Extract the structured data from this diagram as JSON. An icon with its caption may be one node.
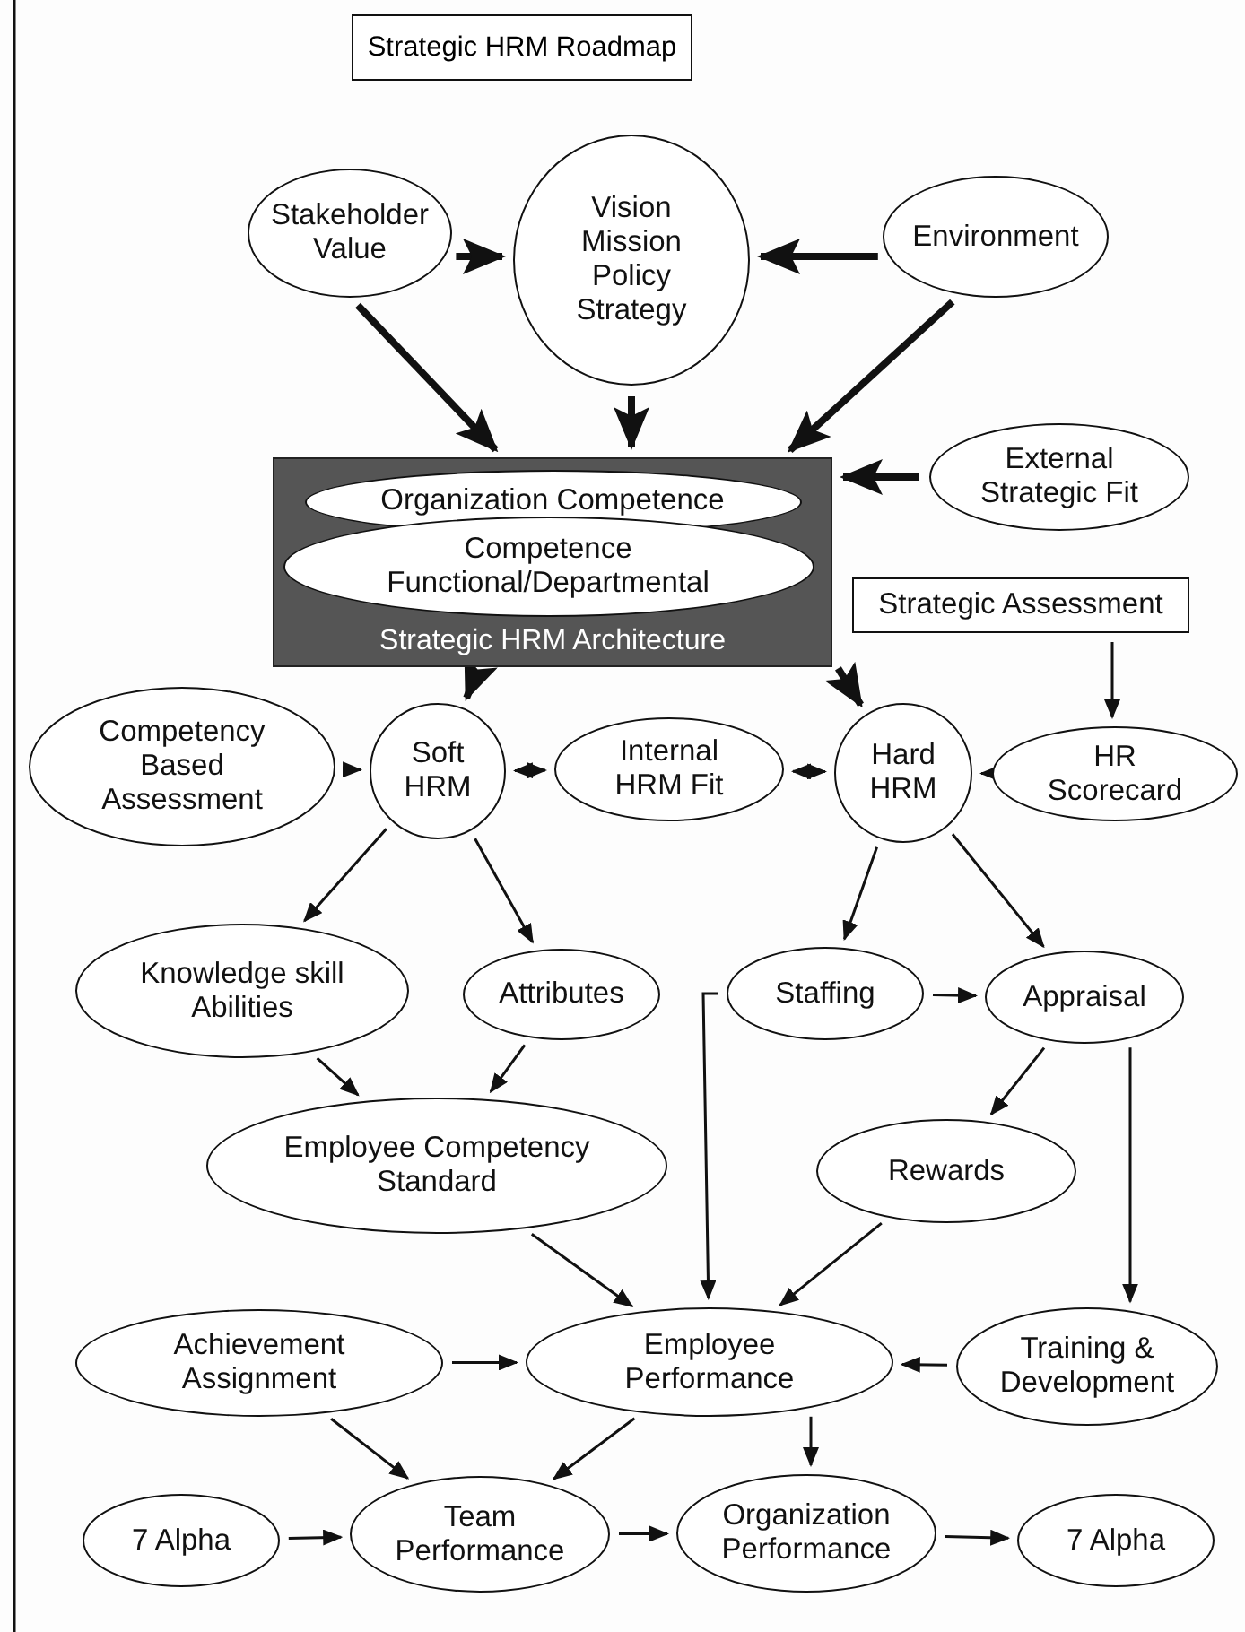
{
  "diagram": {
    "title": "Strategic HRM Roadmap",
    "nodes": [
      {
        "text": [
          "Stakeholder Value"
        ]
      },
      {
        "text": [
          "Vision Mission Policy Strategy"
        ]
      },
      {
        "text": [
          "Environment"
        ]
      },
      {
        "text": [
          "Strategic HRM Architecture"
        ]
      },
      {
        "text": [
          "Organization Competence"
        ],
        "in": 3
      },
      {
        "text": [
          "Competence Functional/Departmental"
        ],
        "in": 3
      },
      {
        "text": [
          "External Strategic Fit"
        ]
      },
      {
        "text": [
          "Strategic Assessment"
        ]
      },
      {
        "text": [
          "Competency Based Assessment"
        ]
      },
      {
        "text": [
          "Soft HRM"
        ]
      },
      {
        "text": [
          "Internal HRM Fit"
        ]
      },
      {
        "text": [
          "Hard HRM"
        ]
      },
      {
        "text": [
          "HR Scorecard"
        ]
      },
      {
        "text": [
          "Knowledge skill Abilities"
        ]
      },
      {
        "text": [
          "Attributes"
        ]
      },
      {
        "text": [
          "Staffing"
        ]
      },
      {
        "text": [
          "Appraisal"
        ]
      },
      {
        "text": [
          "Employee Competency Standard"
        ]
      },
      {
        "text": [
          "Rewards"
        ]
      },
      {
        "text": [
          "Achievement Assignment"
        ]
      },
      {
        "text": [
          "Employee Performance"
        ]
      },
      {
        "text": [
          "Training & Development"
        ]
      },
      {
        "text": [
          "7 Alpha"
        ]
      },
      {
        "text": [
          "Team Performance"
        ]
      },
      {
        "text": [
          "Organization Performance"
        ]
      },
      {
        "text": [
          "7 Alpha"
        ]
      }
    ],
    "edges": [
      {
        "from": 0,
        "to": 3,
        "arrow": "to",
        "style": "thick"
      },
      {
        "from": 1,
        "to": 3,
        "arrow": "to",
        "style": "thick"
      },
      {
        "from": 2,
        "to": 3,
        "arrow": "to",
        "style": "thick"
      },
      {
        "from": 0,
        "to": 1,
        "arrow": "to",
        "style": "thick"
      },
      {
        "from": 2,
        "to": 1,
        "arrow": "to",
        "style": "thick"
      },
      {
        "from": 6,
        "to": 3,
        "arrow": "to",
        "style": "thick"
      },
      {
        "from": 3,
        "to": 9,
        "arrow": "to",
        "style": "thick"
      },
      {
        "from": 3,
        "to": 11,
        "arrow": "to",
        "style": "thick"
      },
      {
        "from": 7,
        "to": 12,
        "arrow": "to"
      },
      {
        "from": 8,
        "to": 9,
        "arrow": "to"
      },
      {
        "from": 9,
        "to": 10,
        "arrow": "both"
      },
      {
        "from": 10,
        "to": 11,
        "arrow": "both"
      },
      {
        "from": 12,
        "to": 11,
        "arrow": "to"
      },
      {
        "from": 9,
        "to": 13,
        "arrow": "to"
      },
      {
        "from": 9,
        "to": 14,
        "arrow": "to"
      },
      {
        "from": 11,
        "to": 15,
        "arrow": "to"
      },
      {
        "from": 11,
        "to": 16,
        "arrow": "to"
      },
      {
        "from": 13,
        "to": 17,
        "arrow": "to"
      },
      {
        "from": 14,
        "to": 17,
        "arrow": "to"
      },
      {
        "from": 15,
        "to": 16,
        "arrow": "to"
      },
      {
        "from": 15,
        "to": 20,
        "arrow": "to"
      },
      {
        "from": 16,
        "to": 18,
        "arrow": "to"
      },
      {
        "from": 16,
        "to": 21,
        "arrow": "to"
      },
      {
        "from": 17,
        "to": 20,
        "arrow": "to"
      },
      {
        "from": 18,
        "to": 20,
        "arrow": "to"
      },
      {
        "from": 19,
        "to": 20,
        "arrow": "to"
      },
      {
        "from": 21,
        "to": 20,
        "arrow": "to"
      },
      {
        "from": 19,
        "to": 23,
        "arrow": "to"
      },
      {
        "from": 20,
        "to": 23,
        "arrow": "to"
      },
      {
        "from": 20,
        "to": 24,
        "arrow": "to"
      },
      {
        "from": 22,
        "to": 23,
        "arrow": "to"
      },
      {
        "from": 23,
        "to": 24,
        "arrow": "to"
      },
      {
        "from": 24,
        "to": 25,
        "arrow": "to"
      }
    ]
  }
}
